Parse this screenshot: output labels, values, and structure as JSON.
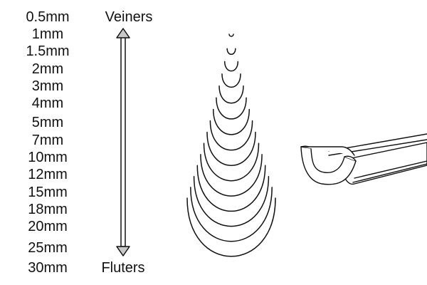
{
  "sizes": [
    "0.5mm",
    "1mm",
    "1.5mm",
    "2mm",
    "3mm",
    "4mm",
    "5mm",
    "7mm",
    "10mm",
    "12mm",
    "15mm",
    "18mm",
    "20mm",
    "25mm",
    "30mm"
  ],
  "labels": {
    "top": "Veiners",
    "bottom": "Fluters"
  },
  "colors": {
    "stroke": "#111111",
    "arrow_fill": "#c8c8c8",
    "text": "#111111"
  },
  "icons": {
    "arrow": "double-headed-arrow-icon",
    "tool": "gouge-tool-icon"
  }
}
